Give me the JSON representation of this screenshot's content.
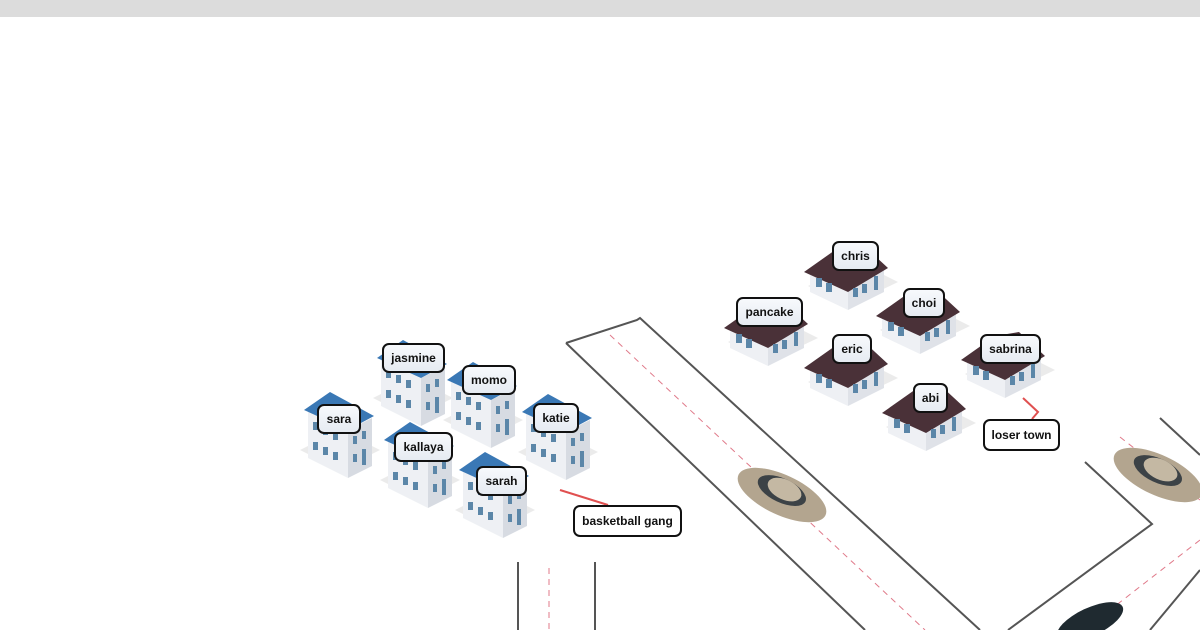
{
  "colors": {
    "blue_roof": "#3a78b5",
    "brown_roof": "#4a3138",
    "road_line": "#555555",
    "center_dash": "#e07a8a",
    "connector": "#e05050",
    "car": "#b3a58f",
    "car_dark": "#1f2a30"
  },
  "groups": [
    {
      "name": "basketball gang",
      "members": [
        "sara",
        "jasmine",
        "momo",
        "katie",
        "kallaya",
        "sarah"
      ]
    },
    {
      "name": "loser town",
      "members": [
        "chris",
        "pancake",
        "choi",
        "eric",
        "sabrina",
        "abi"
      ]
    }
  ],
  "labels": {
    "sara": "sara",
    "jasmine": "jasmine",
    "momo": "momo",
    "katie": "katie",
    "kallaya": "kallaya",
    "sarah": "sarah",
    "basketball_gang": "basketball gang",
    "chris": "chris",
    "pancake": "pancake",
    "choi": "choi",
    "eric": "eric",
    "sabrina": "sabrina",
    "abi": "abi",
    "loser_town": "loser town"
  }
}
